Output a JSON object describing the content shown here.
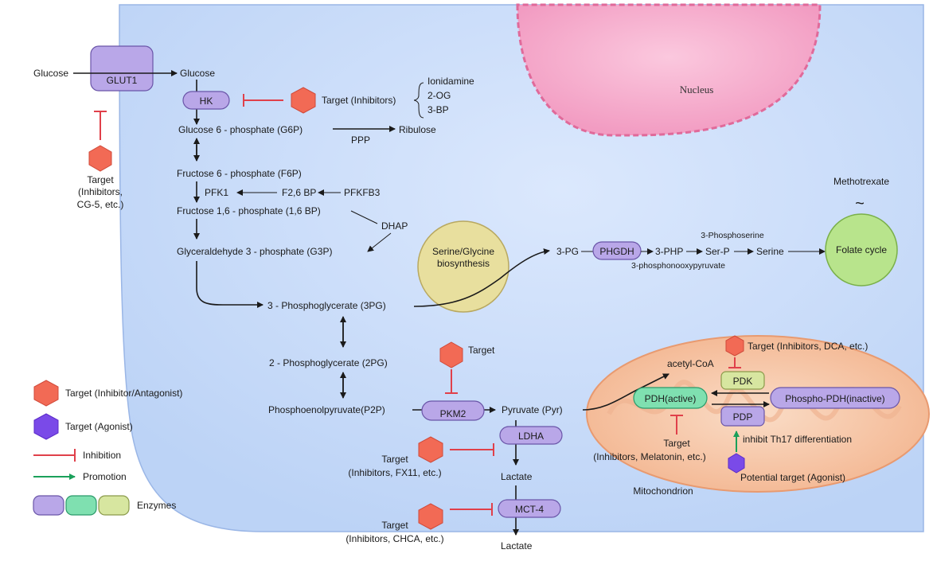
{
  "labels": {
    "glucose_out": "Glucose",
    "glut1": "GLUT1",
    "glucose_in": "Glucose",
    "hk": "HK",
    "target_inhibitors": "Target  (Inhibitors)",
    "inhibitor_list": [
      "Ionidamine",
      "2-OG",
      "3-BP"
    ],
    "g6p": "Glucose 6 - phosphate (G6P)",
    "ppp": "PPP",
    "ribulose": "Ribulose",
    "nucleus": "Nucleus",
    "glut1_target": [
      "Target",
      "(Inhibitors,",
      "CG-5, etc.)"
    ],
    "f6p": "Fructose 6 - phosphate (F6P)",
    "pfk1": "PFK1",
    "f26bp": "F2,6 BP",
    "pfkfb3": "PFKFB3",
    "f16bp": "Fructose 1,6 - phosphate (1,6 BP)",
    "dhap": "DHAP",
    "g3p": "Glyceraldehyde 3 - phosphate (G3P)",
    "serine_glycine": [
      "Serine/Glycine",
      "biosynthesis"
    ],
    "pg3_short": "3-PG",
    "phgdh": "PHGDH",
    "php3": "3-PHP",
    "phosphoserine": "3-Phosphoserine",
    "serp": "Ser-P",
    "serine": "Serine",
    "phosphonooxypyruvate": "3-phosphonooxypyruvate",
    "methotrexate": "Methotrexate",
    "tilde": "~",
    "folate": "Folate cycle",
    "pg3": "3 - Phosphoglycerate (3PG)",
    "pg2": "2 - Phosphoglycerate (2PG)",
    "pep": "Phosphoenolpyruvate(P2P)",
    "pkm2": "PKM2",
    "target": "Target",
    "pyruvate": "Pyruvate (Pyr)",
    "ldha": "LDHA",
    "ldha_target": [
      "Target",
      "(Inhibitors, FX11, etc.)"
    ],
    "lactate1": "Lactate",
    "mct4": "MCT-4",
    "mct4_target": [
      "Target",
      "(Inhibitors, CHCA, etc.)"
    ],
    "lactate2": "Lactate",
    "pdk_target": "Target (Inhibitors, DCA, etc.)",
    "acetyl_coa": "acetyl-CoA",
    "pdk": "PDK",
    "pdh_active": "PDH(active)",
    "phospho_pdh": "Phospho-PDH(inactive)",
    "pdp": "PDP",
    "th17": "inhibit Th17 differentiation",
    "pdh_target": [
      "Target",
      "(Inhibitors, Melatonin, etc.)"
    ],
    "potential_target": "Potential target (Agonist)",
    "mitochondrion": "Mitochondrion"
  },
  "legend": {
    "inhibitor_antagonist": "Target (Inhibitor/Antagonist)",
    "agonist": "Target (Agonist)",
    "inhibition": "Inhibition",
    "promotion": "Promotion",
    "enzymes": "Enzymes"
  },
  "colors": {
    "cell": "#cfe0fb",
    "nucleus": "#f7b2d2",
    "mitochondrion": "#f6c6a8",
    "target_hex": "#f26a55",
    "agonist_hex": "#7a4ae8",
    "inhibition": "#e0404a",
    "promotion": "#1aa05a",
    "enzyme_purple": "#b9a7e8",
    "enzyme_green": "#7fe0b0",
    "enzyme_yellow": "#d7e6a0"
  }
}
